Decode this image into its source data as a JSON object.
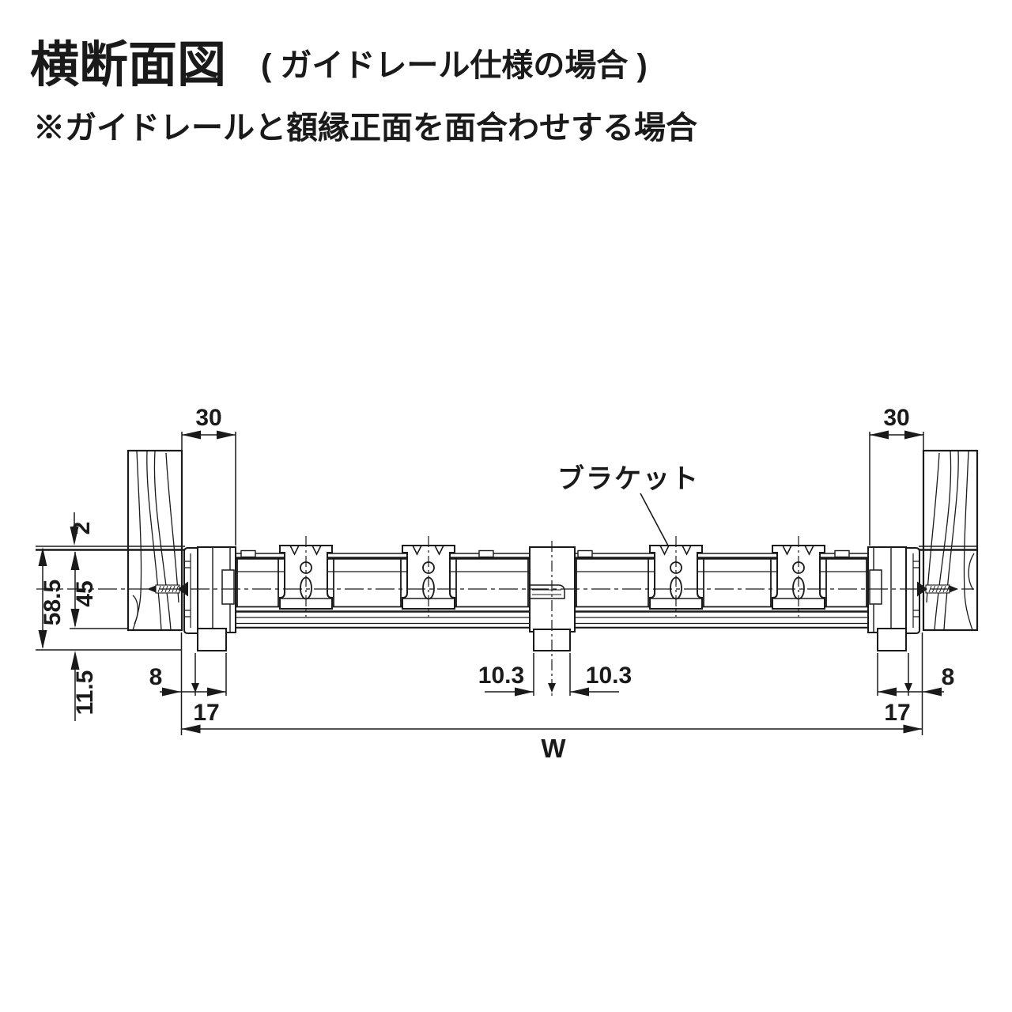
{
  "header": {
    "title": "横断面図",
    "subtitle": "( ガイドレール仕様の場合 )",
    "note": "※ガイドレールと額縁正面を面合わせする場合"
  },
  "diagram": {
    "bracket_label": "ブラケット",
    "dims": {
      "frame_overlap_left": "30",
      "frame_overlap_right": "30",
      "front_clearance": "2",
      "rail_height": "45",
      "overall_height": "58.5",
      "bottom_clearance": "11.5",
      "side_gap_left": "8",
      "end_cap_left": "17",
      "joint_left": "10.3",
      "joint_right": "10.3",
      "side_gap_right": "8",
      "end_cap_right": "17",
      "overall_width": "W"
    },
    "colors": {
      "line": "#1a1a1a",
      "background": "#ffffff"
    }
  }
}
